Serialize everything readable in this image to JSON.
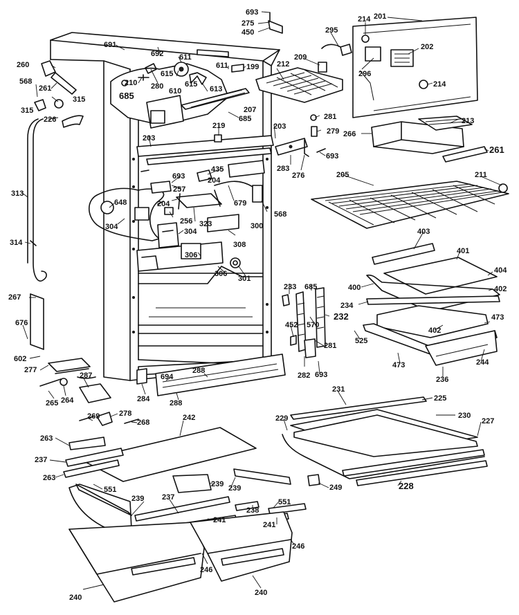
{
  "diagram": {
    "part_labels": [
      {
        "id": "693",
        "text": "693"
      },
      {
        "id": "275",
        "text": "275"
      },
      {
        "id": "450",
        "text": "450"
      },
      {
        "id": "201",
        "text": "201"
      },
      {
        "id": "214a",
        "text": "214"
      },
      {
        "id": "202",
        "text": "202"
      },
      {
        "id": "295",
        "text": "295"
      },
      {
        "id": "209",
        "text": "209"
      },
      {
        "id": "296",
        "text": "296"
      },
      {
        "id": "214b",
        "text": "214"
      },
      {
        "id": "212",
        "text": "212"
      },
      {
        "id": "691",
        "text": "691"
      },
      {
        "id": "692",
        "text": "692"
      },
      {
        "id": "611a",
        "text": "611"
      },
      {
        "id": "611b",
        "text": "611"
      },
      {
        "id": "199",
        "text": "199"
      },
      {
        "id": "260",
        "text": "260"
      },
      {
        "id": "568a",
        "text": "568"
      },
      {
        "id": "261a",
        "text": "261"
      },
      {
        "id": "210",
        "text": "210"
      },
      {
        "id": "280",
        "text": "280"
      },
      {
        "id": "615a",
        "text": "615"
      },
      {
        "id": "615b",
        "text": "615"
      },
      {
        "id": "610",
        "text": "610"
      },
      {
        "id": "613",
        "text": "613"
      },
      {
        "id": "685a",
        "text": "685"
      },
      {
        "id": "315a",
        "text": "315"
      },
      {
        "id": "315b",
        "text": "315"
      },
      {
        "id": "226",
        "text": "226"
      },
      {
        "id": "207",
        "text": "207"
      },
      {
        "id": "685b",
        "text": "685"
      },
      {
        "id": "281a",
        "text": "281"
      },
      {
        "id": "279",
        "text": "279"
      },
      {
        "id": "213",
        "text": "213"
      },
      {
        "id": "266",
        "text": "266"
      },
      {
        "id": "219",
        "text": "219"
      },
      {
        "id": "203a",
        "text": "203"
      },
      {
        "id": "203b",
        "text": "203"
      },
      {
        "id": "693b",
        "text": "693"
      },
      {
        "id": "261b",
        "text": "261"
      },
      {
        "id": "283",
        "text": "283"
      },
      {
        "id": "276",
        "text": "276"
      },
      {
        "id": "435",
        "text": "435"
      },
      {
        "id": "693c",
        "text": "693"
      },
      {
        "id": "204a",
        "text": "204"
      },
      {
        "id": "257",
        "text": "257"
      },
      {
        "id": "205",
        "text": "205"
      },
      {
        "id": "211",
        "text": "211"
      },
      {
        "id": "313",
        "text": "313"
      },
      {
        "id": "648",
        "text": "648"
      },
      {
        "id": "204b",
        "text": "204"
      },
      {
        "id": "679",
        "text": "679"
      },
      {
        "id": "256",
        "text": "256"
      },
      {
        "id": "323",
        "text": "323"
      },
      {
        "id": "568b",
        "text": "568"
      },
      {
        "id": "304a",
        "text": "304"
      },
      {
        "id": "304b",
        "text": "304"
      },
      {
        "id": "300",
        "text": "300"
      },
      {
        "id": "308",
        "text": "308"
      },
      {
        "id": "403",
        "text": "403"
      },
      {
        "id": "314",
        "text": "314"
      },
      {
        "id": "306a",
        "text": "306"
      },
      {
        "id": "306b",
        "text": "306"
      },
      {
        "id": "401",
        "text": "401"
      },
      {
        "id": "301",
        "text": "301"
      },
      {
        "id": "404",
        "text": "404"
      },
      {
        "id": "400",
        "text": "400"
      },
      {
        "id": "402a",
        "text": "402"
      },
      {
        "id": "233",
        "text": "233"
      },
      {
        "id": "685c",
        "text": "685"
      },
      {
        "id": "267",
        "text": "267"
      },
      {
        "id": "234",
        "text": "234"
      },
      {
        "id": "232",
        "text": "232"
      },
      {
        "id": "570",
        "text": "570"
      },
      {
        "id": "473a",
        "text": "473"
      },
      {
        "id": "676",
        "text": "676"
      },
      {
        "id": "452",
        "text": "452"
      },
      {
        "id": "402b",
        "text": "402"
      },
      {
        "id": "525",
        "text": "525"
      },
      {
        "id": "281b",
        "text": "281"
      },
      {
        "id": "602",
        "text": "602"
      },
      {
        "id": "277",
        "text": "277"
      },
      {
        "id": "473b",
        "text": "473"
      },
      {
        "id": "244",
        "text": "244"
      },
      {
        "id": "282",
        "text": "282"
      },
      {
        "id": "693d",
        "text": "693"
      },
      {
        "id": "694",
        "text": "694"
      },
      {
        "id": "288a",
        "text": "288"
      },
      {
        "id": "236",
        "text": "236"
      },
      {
        "id": "287",
        "text": "287"
      },
      {
        "id": "265",
        "text": "265"
      },
      {
        "id": "264",
        "text": "264"
      },
      {
        "id": "284",
        "text": "284"
      },
      {
        "id": "288b",
        "text": "288"
      },
      {
        "id": "231",
        "text": "231"
      },
      {
        "id": "225",
        "text": "225"
      },
      {
        "id": "269",
        "text": "269"
      },
      {
        "id": "278",
        "text": "278"
      },
      {
        "id": "268",
        "text": "268"
      },
      {
        "id": "242",
        "text": "242"
      },
      {
        "id": "229",
        "text": "229"
      },
      {
        "id": "230",
        "text": "230"
      },
      {
        "id": "227",
        "text": "227"
      },
      {
        "id": "263a",
        "text": "263"
      },
      {
        "id": "237a",
        "text": "237"
      },
      {
        "id": "263b",
        "text": "263"
      },
      {
        "id": "239a",
        "text": "239"
      },
      {
        "id": "239b",
        "text": "239"
      },
      {
        "id": "551a",
        "text": "551"
      },
      {
        "id": "249",
        "text": "249"
      },
      {
        "id": "228",
        "text": "228"
      },
      {
        "id": "239c",
        "text": "239"
      },
      {
        "id": "237b",
        "text": "237"
      },
      {
        "id": "551b",
        "text": "551"
      },
      {
        "id": "238",
        "text": "238"
      },
      {
        "id": "241a",
        "text": "241"
      },
      {
        "id": "241b",
        "text": "241"
      },
      {
        "id": "246a",
        "text": "246"
      },
      {
        "id": "246b",
        "text": "246"
      },
      {
        "id": "240a",
        "text": "240"
      },
      {
        "id": "240b",
        "text": "240"
      }
    ]
  }
}
